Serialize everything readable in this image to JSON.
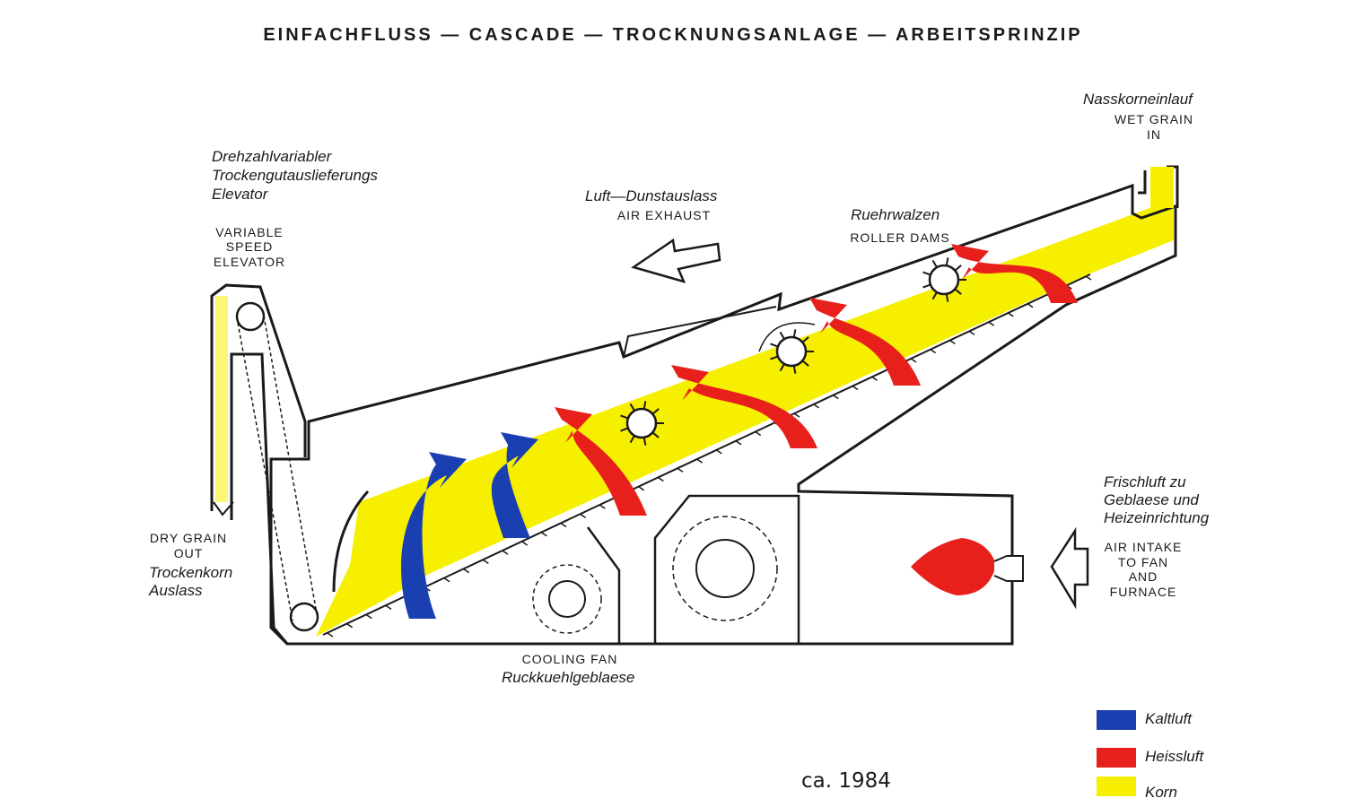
{
  "title": "EINFACHFLUSS — CASCADE — TROCKNUNGSANLAGE — ARBEITSPRINZIP",
  "labels": {
    "inlet_de": "Nasskorneinlauf",
    "inlet_en_1": "WET GRAIN",
    "inlet_en_2": "IN",
    "elevator_de_1": "Drehzahlvariabler",
    "elevator_de_2": "Trockengutauslieferungs",
    "elevator_de_3": "Elevator",
    "elevator_en_1": "VARIABLE",
    "elevator_en_2": "SPEED",
    "elevator_en_3": "ELEVATOR",
    "exhaust_de": "Luft—Dunstauslass",
    "exhaust_en": "AIR EXHAUST",
    "rollers_de": "Ruehrwalzen",
    "rollers_en": "ROLLER DAMS",
    "dry_en_1": "DRY GRAIN",
    "dry_en_2": "OUT",
    "dry_de_1": "Trockenkorn",
    "dry_de_2": "Auslass",
    "fan_en": "COOLING FAN",
    "fan_de": "Ruckkuehlgeblaese",
    "fresh_de_1": "Frischluft zu",
    "fresh_de_2": "Geblaese und",
    "fresh_de_3": "Heizeinrichtung",
    "intake_en_1": "AIR INTAKE",
    "intake_en_2": "TO FAN",
    "intake_en_3": "AND",
    "intake_en_4": "FURNACE"
  },
  "legend": [
    {
      "label": "Kaltluft",
      "color": "#1a3fb0"
    },
    {
      "label": "Heissluft",
      "color": "#e8201b"
    },
    {
      "label": "Korn",
      "color": "#f7ef00"
    }
  ],
  "year": "ca. 1984",
  "colors": {
    "cold": "#1a3fb0",
    "hot": "#e8201b",
    "grain": "#f7ef00",
    "line": "#1a1a1a"
  }
}
